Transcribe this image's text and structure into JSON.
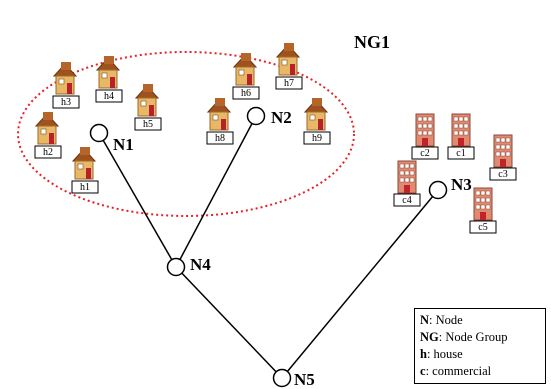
{
  "diagram": {
    "group_label": "NG1",
    "nodes": [
      {
        "id": "N1",
        "label": "N1"
      },
      {
        "id": "N2",
        "label": "N2"
      },
      {
        "id": "N3",
        "label": "N3"
      },
      {
        "id": "N4",
        "label": "N4"
      },
      {
        "id": "N5",
        "label": "N5"
      }
    ],
    "edges": [
      [
        "N1",
        "N4"
      ],
      [
        "N2",
        "N4"
      ],
      [
        "N4",
        "N5"
      ],
      [
        "N3",
        "N5"
      ]
    ],
    "houses": [
      "h1",
      "h2",
      "h3",
      "h4",
      "h5",
      "h6",
      "h7",
      "h8",
      "h9"
    ],
    "commercial": [
      "c1",
      "c2",
      "c3",
      "c4",
      "c5"
    ],
    "colors": {
      "group_border": "#e8202a",
      "house_roof": "#a0521e",
      "house_wall": "#e9b866",
      "commercial": "#e08a70"
    }
  },
  "legend": {
    "items": [
      {
        "key": "N",
        "text": ": Node"
      },
      {
        "key": "NG",
        "text": ": Node Group"
      },
      {
        "key": "h",
        "text": ": house"
      },
      {
        "key": "c",
        "text": ": commercial"
      }
    ]
  }
}
